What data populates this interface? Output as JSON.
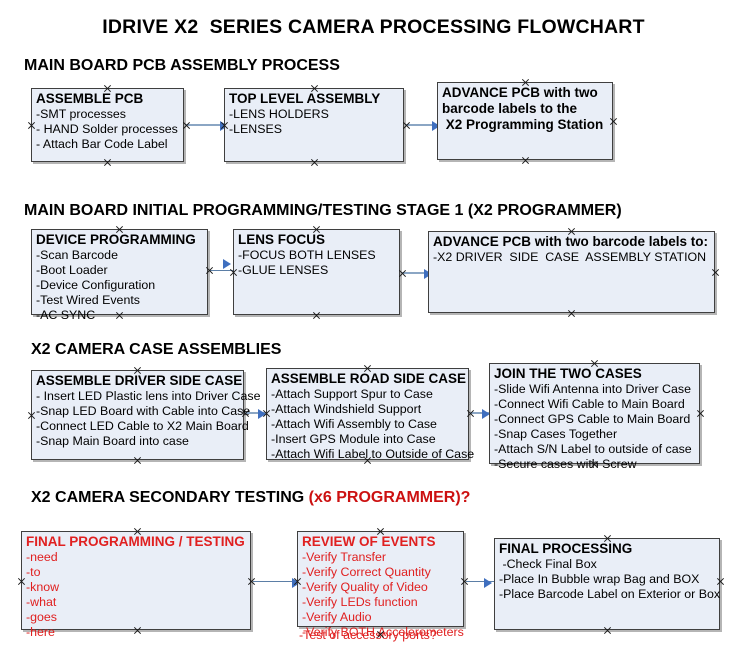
{
  "document": {
    "title": "IDRIVE X2  SERIES CAMERA PROCESSING FLOWCHART",
    "accent_color": "#cc1111",
    "box_fill": "#e9eef7",
    "box_border": "#3f3f3f",
    "connector_color": "#8ba6c4",
    "arrow_color": "#3f6fbf",
    "red_text_color": "#e02020"
  },
  "sections": [
    {
      "id": "main-board-pcb-assembly",
      "heading": "MAIN BOARD PCB ASSEMBLY PROCESS",
      "heading_accent": "",
      "boxes": [
        {
          "id": "assemble-pcb",
          "title": "ASSEMBLE PCB",
          "lines": [
            "-SMT processes",
            "- HAND Solder processes",
            "- Attach Bar Code Label"
          ],
          "color": "black"
        },
        {
          "id": "top-level-assembly",
          "title": "TOP LEVEL ASSEMBLY",
          "lines": [
            "-LENS HOLDERS",
            "-LENSES"
          ],
          "color": "black"
        },
        {
          "id": "advance-pcb-to-x2-programming-station",
          "title": "ADVANCE PCB with two",
          "lines": [
            "barcode labels to the",
            " X2 Programming Station"
          ],
          "color": "black"
        }
      ]
    },
    {
      "id": "main-board-initial-programming",
      "heading": "MAIN BOARD INITIAL PROGRAMMING/TESTING STAGE 1 (X2 PROGRAMMER)",
      "heading_accent": "",
      "boxes": [
        {
          "id": "device-programming",
          "title": "DEVICE PROGRAMMING",
          "lines": [
            "-Scan Barcode",
            "-Boot Loader",
            "-Device Configuration",
            "-Test Wired Events",
            "-AC SYNC"
          ],
          "color": "black"
        },
        {
          "id": "lens-focus",
          "title": "LENS FOCUS",
          "lines": [
            "-FOCUS BOTH LENSES",
            "-GLUE LENSES"
          ],
          "color": "black"
        },
        {
          "id": "advance-pcb-to-driver-side-case-station",
          "title": "ADVANCE PCB with two barcode labels to:",
          "lines": [
            "-X2 DRIVER  SIDE  CASE  ASSEMBLY STATION"
          ],
          "color": "black"
        }
      ]
    },
    {
      "id": "x2-camera-case-assemblies",
      "heading": "X2 CAMERA CASE ASSEMBLIES",
      "heading_accent": "",
      "boxes": [
        {
          "id": "assemble-driver-side-case",
          "title": "ASSEMBLE DRIVER SIDE CASE",
          "lines": [
            "- Insert LED Plastic lens into Driver Case",
            "-Snap LED Board with Cable into Case",
            "-Connect LED Cable to X2 Main Board",
            "-Snap Main Board into case"
          ],
          "color": "black"
        },
        {
          "id": "assemble-road-side-case",
          "title": "ASSEMBLE ROAD SIDE CASE",
          "lines": [
            "-Attach Support Spur to Case",
            "-Attach Windshield Support",
            "-Attach Wifi Assembly to Case",
            "-Insert GPS Module into Case",
            "-Attach Wifi Label to Outside of Case"
          ],
          "color": "black"
        },
        {
          "id": "join-the-two-cases",
          "title": "JOIN THE TWO CASES",
          "lines": [
            "-Slide Wifi Antenna into Driver Case",
            "-Connect Wifi Cable to Main Board",
            "-Connect GPS Cable to Main Board",
            "-Snap Cases Together",
            "-Attach S/N Label to outside of case",
            "-Secure cases with Screw"
          ],
          "color": "black"
        }
      ]
    },
    {
      "id": "x2-camera-secondary-testing",
      "heading": "X2 CAMERA SECONDARY TESTING ",
      "heading_accent": "(x6 PROGRAMMER)?",
      "boxes": [
        {
          "id": "final-programming-testing",
          "title": "FINAL PROGRAMMING / TESTING",
          "lines": [
            "-need",
            "-to",
            "-know",
            "-what",
            "-goes",
            "-here"
          ],
          "color": "red"
        },
        {
          "id": "review-of-events",
          "title": "REVIEW OF EVENTS",
          "lines": [
            "-Verify Transfer",
            "-Verify Correct Quantity",
            "-Verify Quality of Video",
            "-Verify LEDs function",
            "-Verify Audio",
            "-Verify BOTH Accelerometers"
          ],
          "overflow_line": "-Test of accessory ports?",
          "color": "red"
        },
        {
          "id": "final-processing",
          "title": "FINAL PROCESSING",
          "lines": [
            " -Check Final Box",
            "-Place In Bubble wrap Bag and BOX",
            "-Place Barcode Label on Exterior or Box"
          ],
          "color": "black"
        }
      ]
    }
  ]
}
